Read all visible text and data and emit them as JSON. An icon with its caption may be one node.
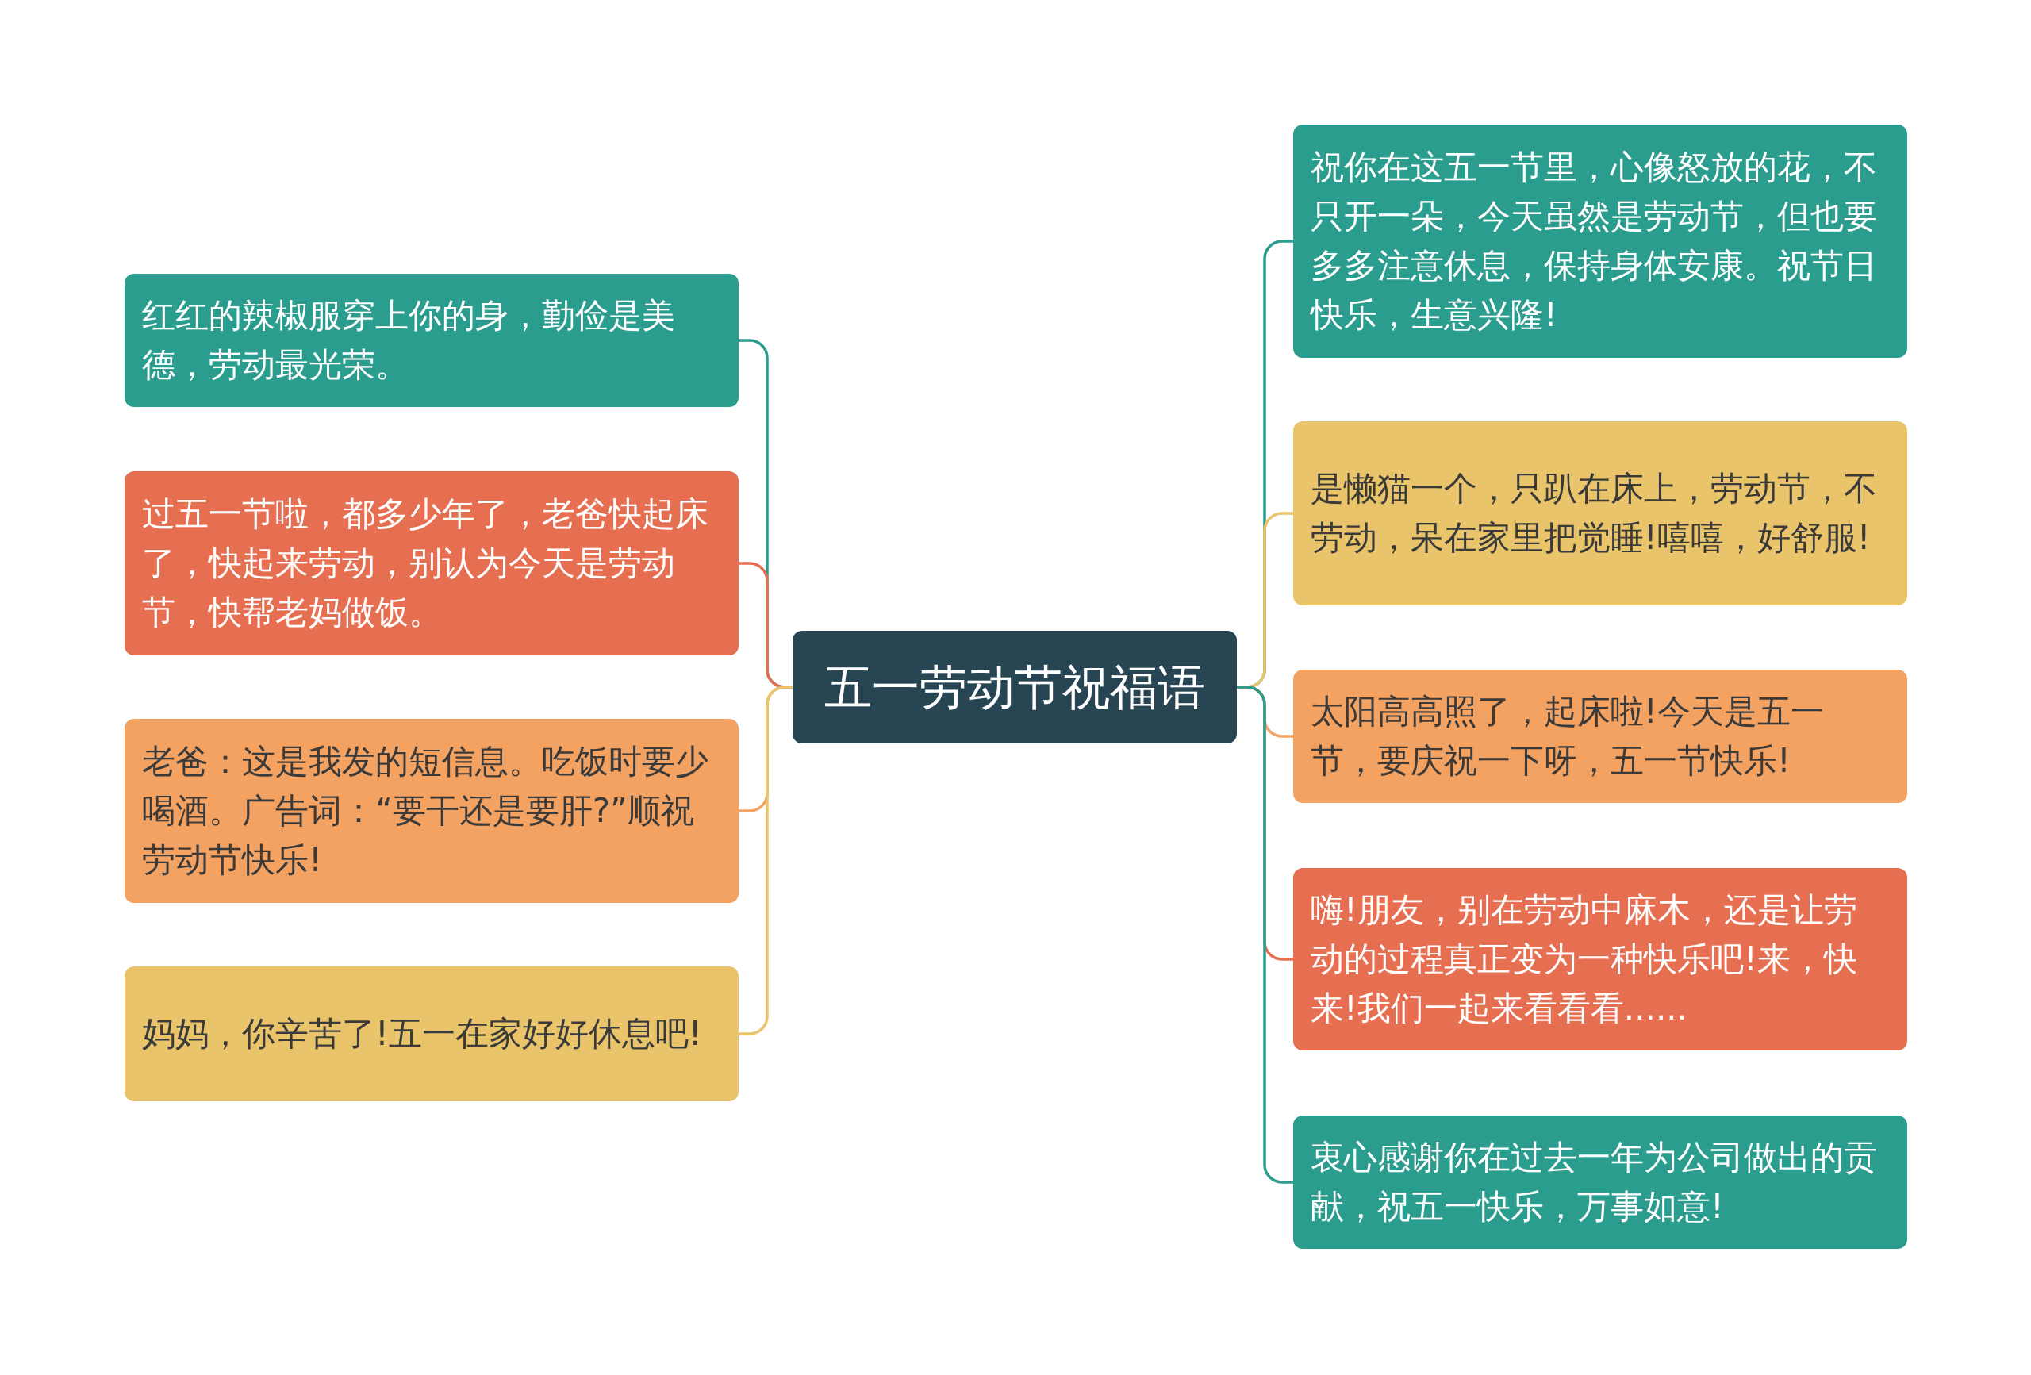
{
  "diagram": {
    "nodes": [
      {
        "text": [
          "五一劳动节祝福语"
        ]
      },
      {
        "text": [
          "红红的辣椒服穿上你的身，勤俭是美德，劳动最光荣。"
        ]
      },
      {
        "text": [
          "过五一节啦，都多少年了，老爸快起床了，快起来劳动，别认为今天是劳动节，快帮老妈做饭。"
        ]
      },
      {
        "text": [
          "老爸：这是我发的短信息。吃饭时要少喝酒。广告词：“要干还是要肝?”顺祝劳动节快乐!"
        ]
      },
      {
        "text": [
          "妈妈，你辛苦了!五一在家好好休息吧!"
        ]
      },
      {
        "text": [
          "祝你在这五一节里，心像怒放的花，不只开一朵，今天虽然是劳动节，但也要多多注意休息，保持身体安康。祝节日快乐，生意兴隆!"
        ]
      },
      {
        "text": [
          "是懒猫一个，只趴在床上，劳动节，不劳动，呆在家里把觉睡!嘻嘻，好舒服!"
        ]
      },
      {
        "text": [
          "太阳高高照了，起床啦!今天是五一节，要庆祝一下呀，五一节快乐!"
        ]
      },
      {
        "text": [
          "嗨!朋友，别在劳动中麻木，还是让劳动的过程真正变为一种快乐吧!来，快来!我们一起来看看看......"
        ]
      },
      {
        "text": [
          "衷心感谢你在过去一年为公司做出的贡献，祝五一快乐，万事如意!"
        ]
      }
    ],
    "edges": [
      {
        "from": 0,
        "to": 1,
        "arrow": "none",
        "color": "#2a9d8f"
      },
      {
        "from": 0,
        "to": 2,
        "arrow": "none",
        "color": "#e76f51"
      },
      {
        "from": 0,
        "to": 3,
        "arrow": "none",
        "color": "#f4a261"
      },
      {
        "from": 0,
        "to": 4,
        "arrow": "none",
        "color": "#e9c46a"
      },
      {
        "from": 0,
        "to": 5,
        "arrow": "none",
        "color": "#2a9d8f"
      },
      {
        "from": 0,
        "to": 6,
        "arrow": "none",
        "color": "#e9c46a"
      },
      {
        "from": 0,
        "to": 7,
        "arrow": "none",
        "color": "#f4a261"
      },
      {
        "from": 0,
        "to": 8,
        "arrow": "none",
        "color": "#e76f51"
      },
      {
        "from": 0,
        "to": 9,
        "arrow": "none",
        "color": "#2a9d8f"
      }
    ]
  }
}
